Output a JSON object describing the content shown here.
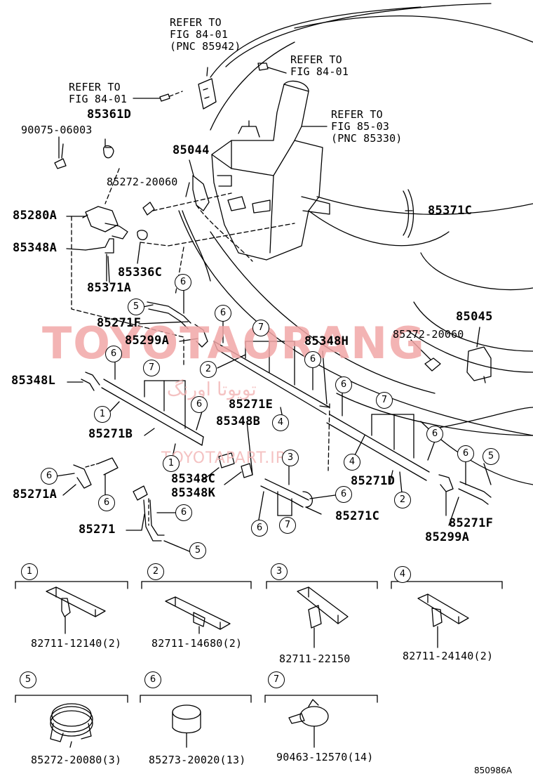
{
  "watermark": {
    "brand": "TOYOTAORANG",
    "persian": "تویوتا اورنگ",
    "url": "TOYOTAPART.IR"
  },
  "refs": {
    "r1": "REFER TO\nFIG 84-01\n(PNC 85942)",
    "r2": "REFER TO\nFIG 84-01",
    "r3": "REFER TO\nFIG 84-01",
    "r4": "REFER TO\nFIG 85-03\n(PNC 85330)"
  },
  "parts": {
    "p85361D": "85361D",
    "p90075": "90075-06003",
    "p85044": "85044",
    "p85272_20060_a": "85272-20060",
    "p85371C": "85371C",
    "p85280A": "85280A",
    "p85348A": "85348A",
    "p85336C": "85336C",
    "p85371A": "85371A",
    "p85045": "85045",
    "p85272_20060_b": "85272-20060",
    "p85271F_a": "85271F",
    "p85299A_a": "85299A",
    "p85348H": "85348H",
    "p85348L": "85348L",
    "p85271E": "85271E",
    "p85348B": "85348B",
    "p85271B": "85271B",
    "p85348C": "85348C",
    "p85348K": "85348K",
    "p85271A": "85271A",
    "p85271": "85271",
    "p85271D": "85271D",
    "p85271C": "85271C",
    "p85271F_b": "85271F",
    "p85299A_b": "85299A"
  },
  "legend": [
    {
      "num": "1",
      "part": "82711-12140(2)"
    },
    {
      "num": "2",
      "part": "82711-14680(2)"
    },
    {
      "num": "3",
      "part": "82711-22150"
    },
    {
      "num": "4",
      "part": "82711-24140(2)"
    },
    {
      "num": "5",
      "part": "85272-20080(3)"
    },
    {
      "num": "6",
      "part": "85273-20020(13)"
    },
    {
      "num": "7",
      "part": "90463-12570(14)"
    }
  ],
  "figure_code": "850986A",
  "colors": {
    "ink": "#000000",
    "watermark": "#f2a7a7"
  }
}
